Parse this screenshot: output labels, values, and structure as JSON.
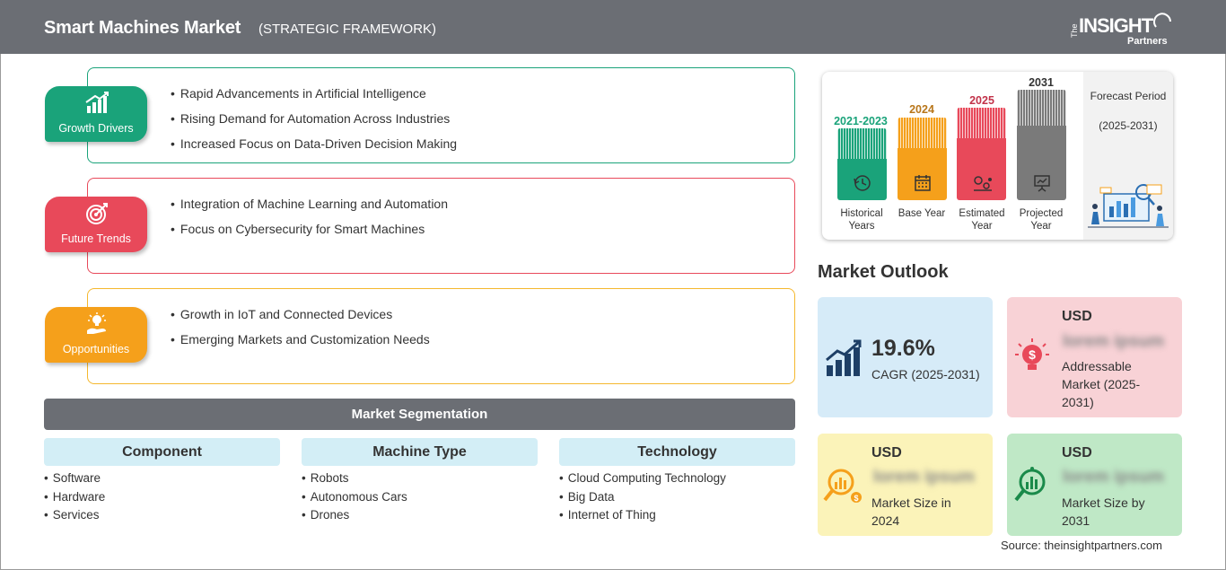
{
  "header": {
    "title": "Smart Machines Market",
    "subtitle": "(STRATEGIC FRAMEWORK)",
    "logo_the": "The",
    "logo_main": "INSIGHT",
    "logo_sub": "Partners"
  },
  "framework": [
    {
      "label": "Growth Drivers",
      "color": "#1aa37a",
      "icon": "bar-chart-growth-icon",
      "items": [
        "Rapid Advancements in Artificial Intelligence",
        "Rising Demand for Automation Across Industries",
        "Increased Focus on Data-Driven Decision Making"
      ]
    },
    {
      "label": "Future Trends",
      "color": "#e8495a",
      "icon": "target-icon",
      "items": [
        "Integration of Machine Learning and Automation",
        "Focus on Cybersecurity for Smart Machines"
      ]
    },
    {
      "label": "Opportunities",
      "color": "#f5a01b",
      "icon": "lightbulb-hand-icon",
      "items": [
        "Growth in IoT and Connected Devices",
        "Emerging Markets and Customization Needs"
      ]
    }
  ],
  "segmentation": {
    "title": "Market Segmentation",
    "columns": [
      {
        "head": "Component",
        "items": [
          "Software",
          "Hardware",
          "Services"
        ]
      },
      {
        "head": "Machine Type",
        "items": [
          "Robots",
          "Autonomous Cars",
          "Drones"
        ]
      },
      {
        "head": "Technology",
        "items": [
          "Cloud Computing Technology",
          "Big Data",
          "Internet of Thing"
        ]
      }
    ]
  },
  "timeline": {
    "bars": [
      {
        "year": "2021-2023",
        "label": "Historical Years",
        "color": "#1aa37a",
        "year_color": "#1aa37a",
        "icon": "history-clock-icon"
      },
      {
        "year": "2024",
        "label": "Base Year",
        "color": "#f5a01b",
        "year_color": "#b8761a",
        "icon": "calendar-icon"
      },
      {
        "year": "2025",
        "label": "Estimated Year",
        "color": "#e8495a",
        "year_color": "#c2334a",
        "icon": "gears-chart-icon"
      },
      {
        "year": "2031",
        "label": "Projected Year",
        "color": "#7a7a7a",
        "year_color": "#333333",
        "icon": "presentation-board-icon"
      }
    ],
    "forecast_title": "Forecast Period",
    "forecast_range": "(2025-2031)"
  },
  "outlook": {
    "title": "Market Outlook",
    "cagr_value": "19.6%",
    "cagr_label": "CAGR (2025-2031)",
    "addressable_usd": "USD",
    "addressable_blur": "lorem ipsum",
    "addressable_label": "Addressable Market (2025-2031)",
    "size2024_usd": "USD",
    "size2024_blur": "lorem ipsum",
    "size2024_label": "Market Size in 2024",
    "size2031_usd": "USD",
    "size2031_blur": "lorem ipsum",
    "size2031_label": "Market Size by 2031"
  },
  "source": "Source: theinsightpartners.com"
}
